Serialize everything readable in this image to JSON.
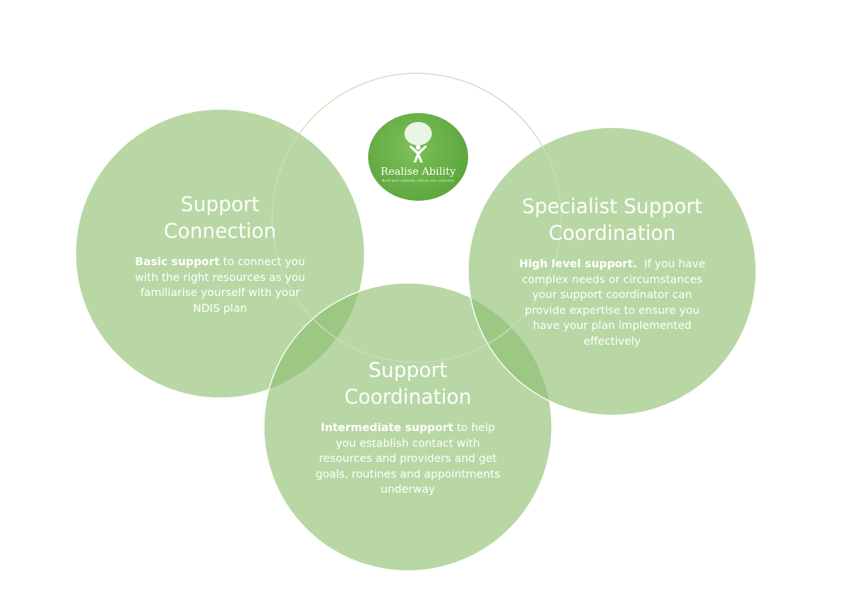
{
  "logo": {
    "name": "Realise Ability",
    "tagline": "Build your capacity, realise your potential"
  },
  "colors": {
    "circle_fill": "#8cbe6e",
    "outline": "#c9e0bb",
    "logo_green": "#6ab24a"
  },
  "circles": [
    {
      "title_line1": "Support",
      "title_line2": "Connection",
      "bold": "Basic support",
      "text": " to connect you with the right resources as you familiarise yourself with your NDIS plan"
    },
    {
      "title_line1": "Support",
      "title_line2": "Coordination",
      "bold": "Intermediate support",
      "text": " to help you establish contact with resources and providers and get goals, routines and appointments underway"
    },
    {
      "title_line1": "Specialist Support",
      "title_line2": "Coordination",
      "bold": "High level support.",
      "text": "  If you have complex needs or circumstances your support coordinator can provide expertise to ensure you have your plan implemented effectively"
    }
  ]
}
